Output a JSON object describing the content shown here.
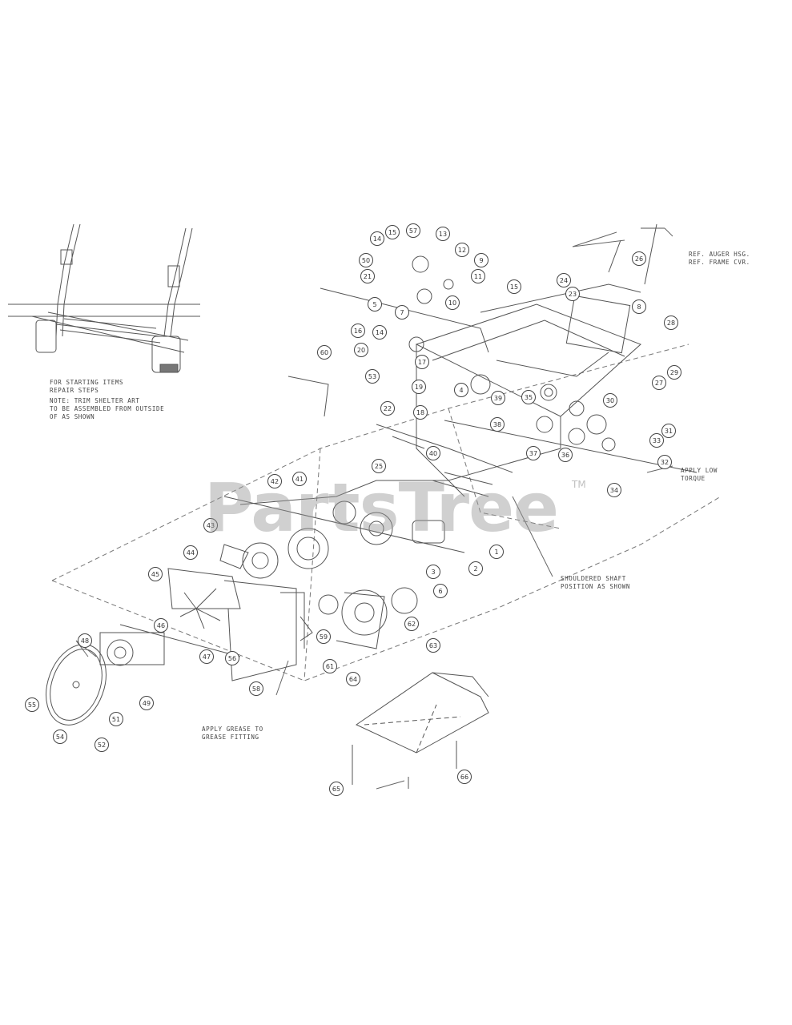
{
  "watermark": {
    "text": "PartsTree",
    "trademark": "TM"
  },
  "notes": {
    "ref_frame_right": [
      "REF. AUGER HSG.",
      "REF. FRAME CVR."
    ],
    "left_detail": [
      "FOR STARTING ITEMS",
      "REPAIR STEPS",
      "NOTE: TRIM SHELTER ART",
      "TO BE ASSEMBLED FROM OUTSIDE",
      "OF AS SHOWN"
    ],
    "apply_low_right": [
      "APPLY LOW",
      "TORQUE"
    ],
    "shaft_note": [
      "SHOULDERED SHAFT",
      "POSITION AS SHOWN"
    ],
    "apply_grease": [
      "APPLY GREASE TO",
      "GREASE FITTING"
    ]
  },
  "callouts": [
    {
      "id": "c1",
      "label": "14"
    },
    {
      "id": "c2",
      "label": "15"
    },
    {
      "id": "c3",
      "label": "57"
    },
    {
      "id": "c4",
      "label": "13"
    },
    {
      "id": "c5",
      "label": "12"
    },
    {
      "id": "c6",
      "label": "9"
    },
    {
      "id": "c7",
      "label": "11"
    },
    {
      "id": "c8",
      "label": "10"
    },
    {
      "id": "c9",
      "label": "50"
    },
    {
      "id": "c10",
      "label": "21"
    },
    {
      "id": "c11",
      "label": "5"
    },
    {
      "id": "c12",
      "label": "7"
    },
    {
      "id": "c13",
      "label": "14"
    },
    {
      "id": "c14",
      "label": "16"
    },
    {
      "id": "c15",
      "label": "20"
    },
    {
      "id": "c16",
      "label": "53"
    },
    {
      "id": "c17",
      "label": "60"
    },
    {
      "id": "c18",
      "label": "17"
    },
    {
      "id": "c19",
      "label": "22"
    },
    {
      "id": "c20",
      "label": "18"
    },
    {
      "id": "c21",
      "label": "25"
    },
    {
      "id": "c22",
      "label": "4"
    },
    {
      "id": "c23",
      "label": "19"
    },
    {
      "id": "c24",
      "label": "15"
    },
    {
      "id": "c25",
      "label": "24"
    },
    {
      "id": "c26",
      "label": "23"
    },
    {
      "id": "c27",
      "label": "26"
    },
    {
      "id": "c28",
      "label": "8"
    },
    {
      "id": "c29",
      "label": "28"
    },
    {
      "id": "c30",
      "label": "29"
    },
    {
      "id": "c31",
      "label": "27"
    },
    {
      "id": "c32",
      "label": "30"
    },
    {
      "id": "c33",
      "label": "31"
    },
    {
      "id": "c34",
      "label": "33"
    },
    {
      "id": "c35",
      "label": "32"
    },
    {
      "id": "c36",
      "label": "34"
    },
    {
      "id": "c37",
      "label": "35"
    },
    {
      "id": "c38",
      "label": "36"
    },
    {
      "id": "c39",
      "label": "37"
    },
    {
      "id": "c40",
      "label": "38"
    },
    {
      "id": "c41",
      "label": "39"
    },
    {
      "id": "c42",
      "label": "40"
    },
    {
      "id": "c43",
      "label": "41"
    },
    {
      "id": "c44",
      "label": "42"
    },
    {
      "id": "c45",
      "label": "43"
    },
    {
      "id": "c46",
      "label": "44"
    },
    {
      "id": "c47",
      "label": "45"
    },
    {
      "id": "c48",
      "label": "46"
    },
    {
      "id": "c49",
      "label": "47"
    },
    {
      "id": "c50",
      "label": "48"
    },
    {
      "id": "c51",
      "label": "49"
    },
    {
      "id": "c52",
      "label": "51"
    },
    {
      "id": "c53",
      "label": "52"
    },
    {
      "id": "c54",
      "label": "54"
    },
    {
      "id": "c55",
      "label": "55"
    },
    {
      "id": "c56",
      "label": "56"
    },
    {
      "id": "c57",
      "label": "58"
    },
    {
      "id": "c58",
      "label": "59"
    },
    {
      "id": "c59",
      "label": "61"
    },
    {
      "id": "c60",
      "label": "3"
    },
    {
      "id": "c61",
      "label": "2"
    },
    {
      "id": "c62",
      "label": "1"
    },
    {
      "id": "c63",
      "label": "6"
    },
    {
      "id": "c64",
      "label": "62"
    },
    {
      "id": "c65",
      "label": "63"
    },
    {
      "id": "c66",
      "label": "64"
    },
    {
      "id": "c67",
      "label": "65"
    },
    {
      "id": "c68",
      "label": "66"
    }
  ]
}
